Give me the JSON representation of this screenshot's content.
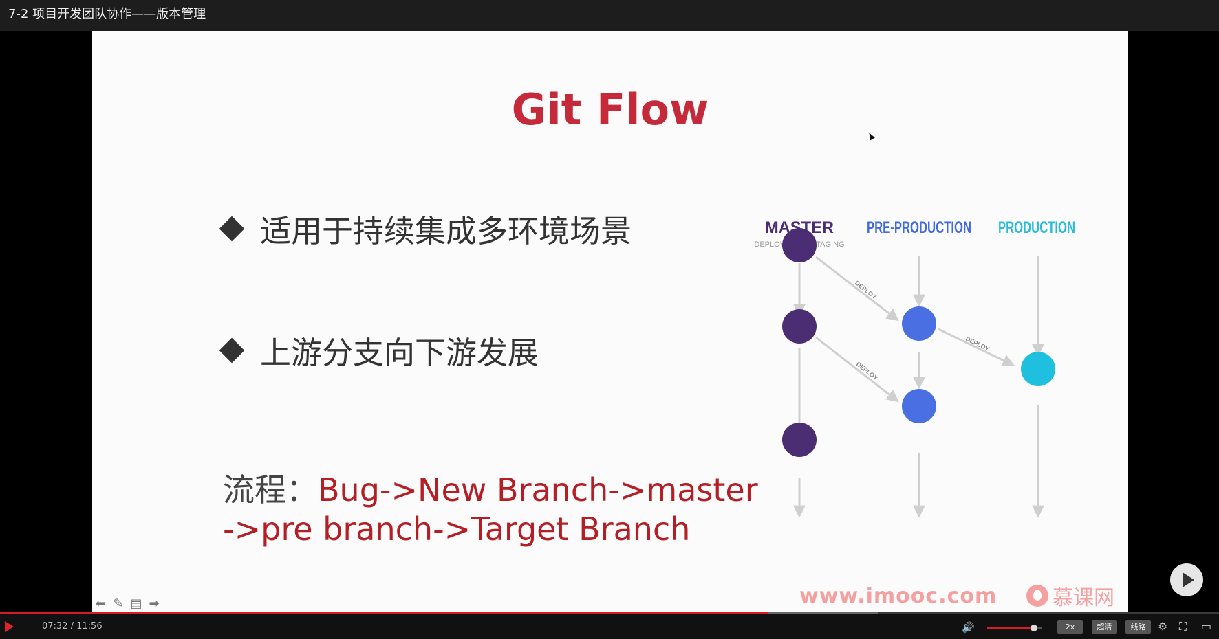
{
  "window": {
    "title": "7-2 项目开发团队协作——版本管理"
  },
  "slide": {
    "title": "Git Flow",
    "bullets": [
      "适用于持续集成多环境场景",
      "上游分支向下游发展"
    ],
    "flow": {
      "lead": "流程：",
      "line1": "Bug->New Branch->master",
      "line2": "->pre branch->Target Branch"
    },
    "diagram": {
      "columns": [
        {
          "name": "MASTER",
          "sub": "DEPLOYED ON STAGING",
          "color": "#4b2d73"
        },
        {
          "name": "PRE-PRODUCTION",
          "sub": "",
          "color": "#4169e1"
        },
        {
          "name": "PRODUCTION",
          "sub": "",
          "color": "#2bbad8"
        }
      ],
      "deploy_label": "DEPLOY",
      "colors": {
        "master": "#4b2d73",
        "pre": "#4a6fe3",
        "prod": "#1fbfe0",
        "arrow": "#cfcfcf"
      }
    },
    "watermark": {
      "url": "www.imooc.com",
      "brand": "慕课网"
    }
  },
  "player": {
    "time_current": "07:32",
    "time_total": "11:56",
    "progress_fraction": 0.63,
    "buffered_fraction": 0.72,
    "volume_fraction": 0.85,
    "speed_label": "2x",
    "quality_label": "超清",
    "route_label": "线路",
    "accent": "#d51d26"
  }
}
